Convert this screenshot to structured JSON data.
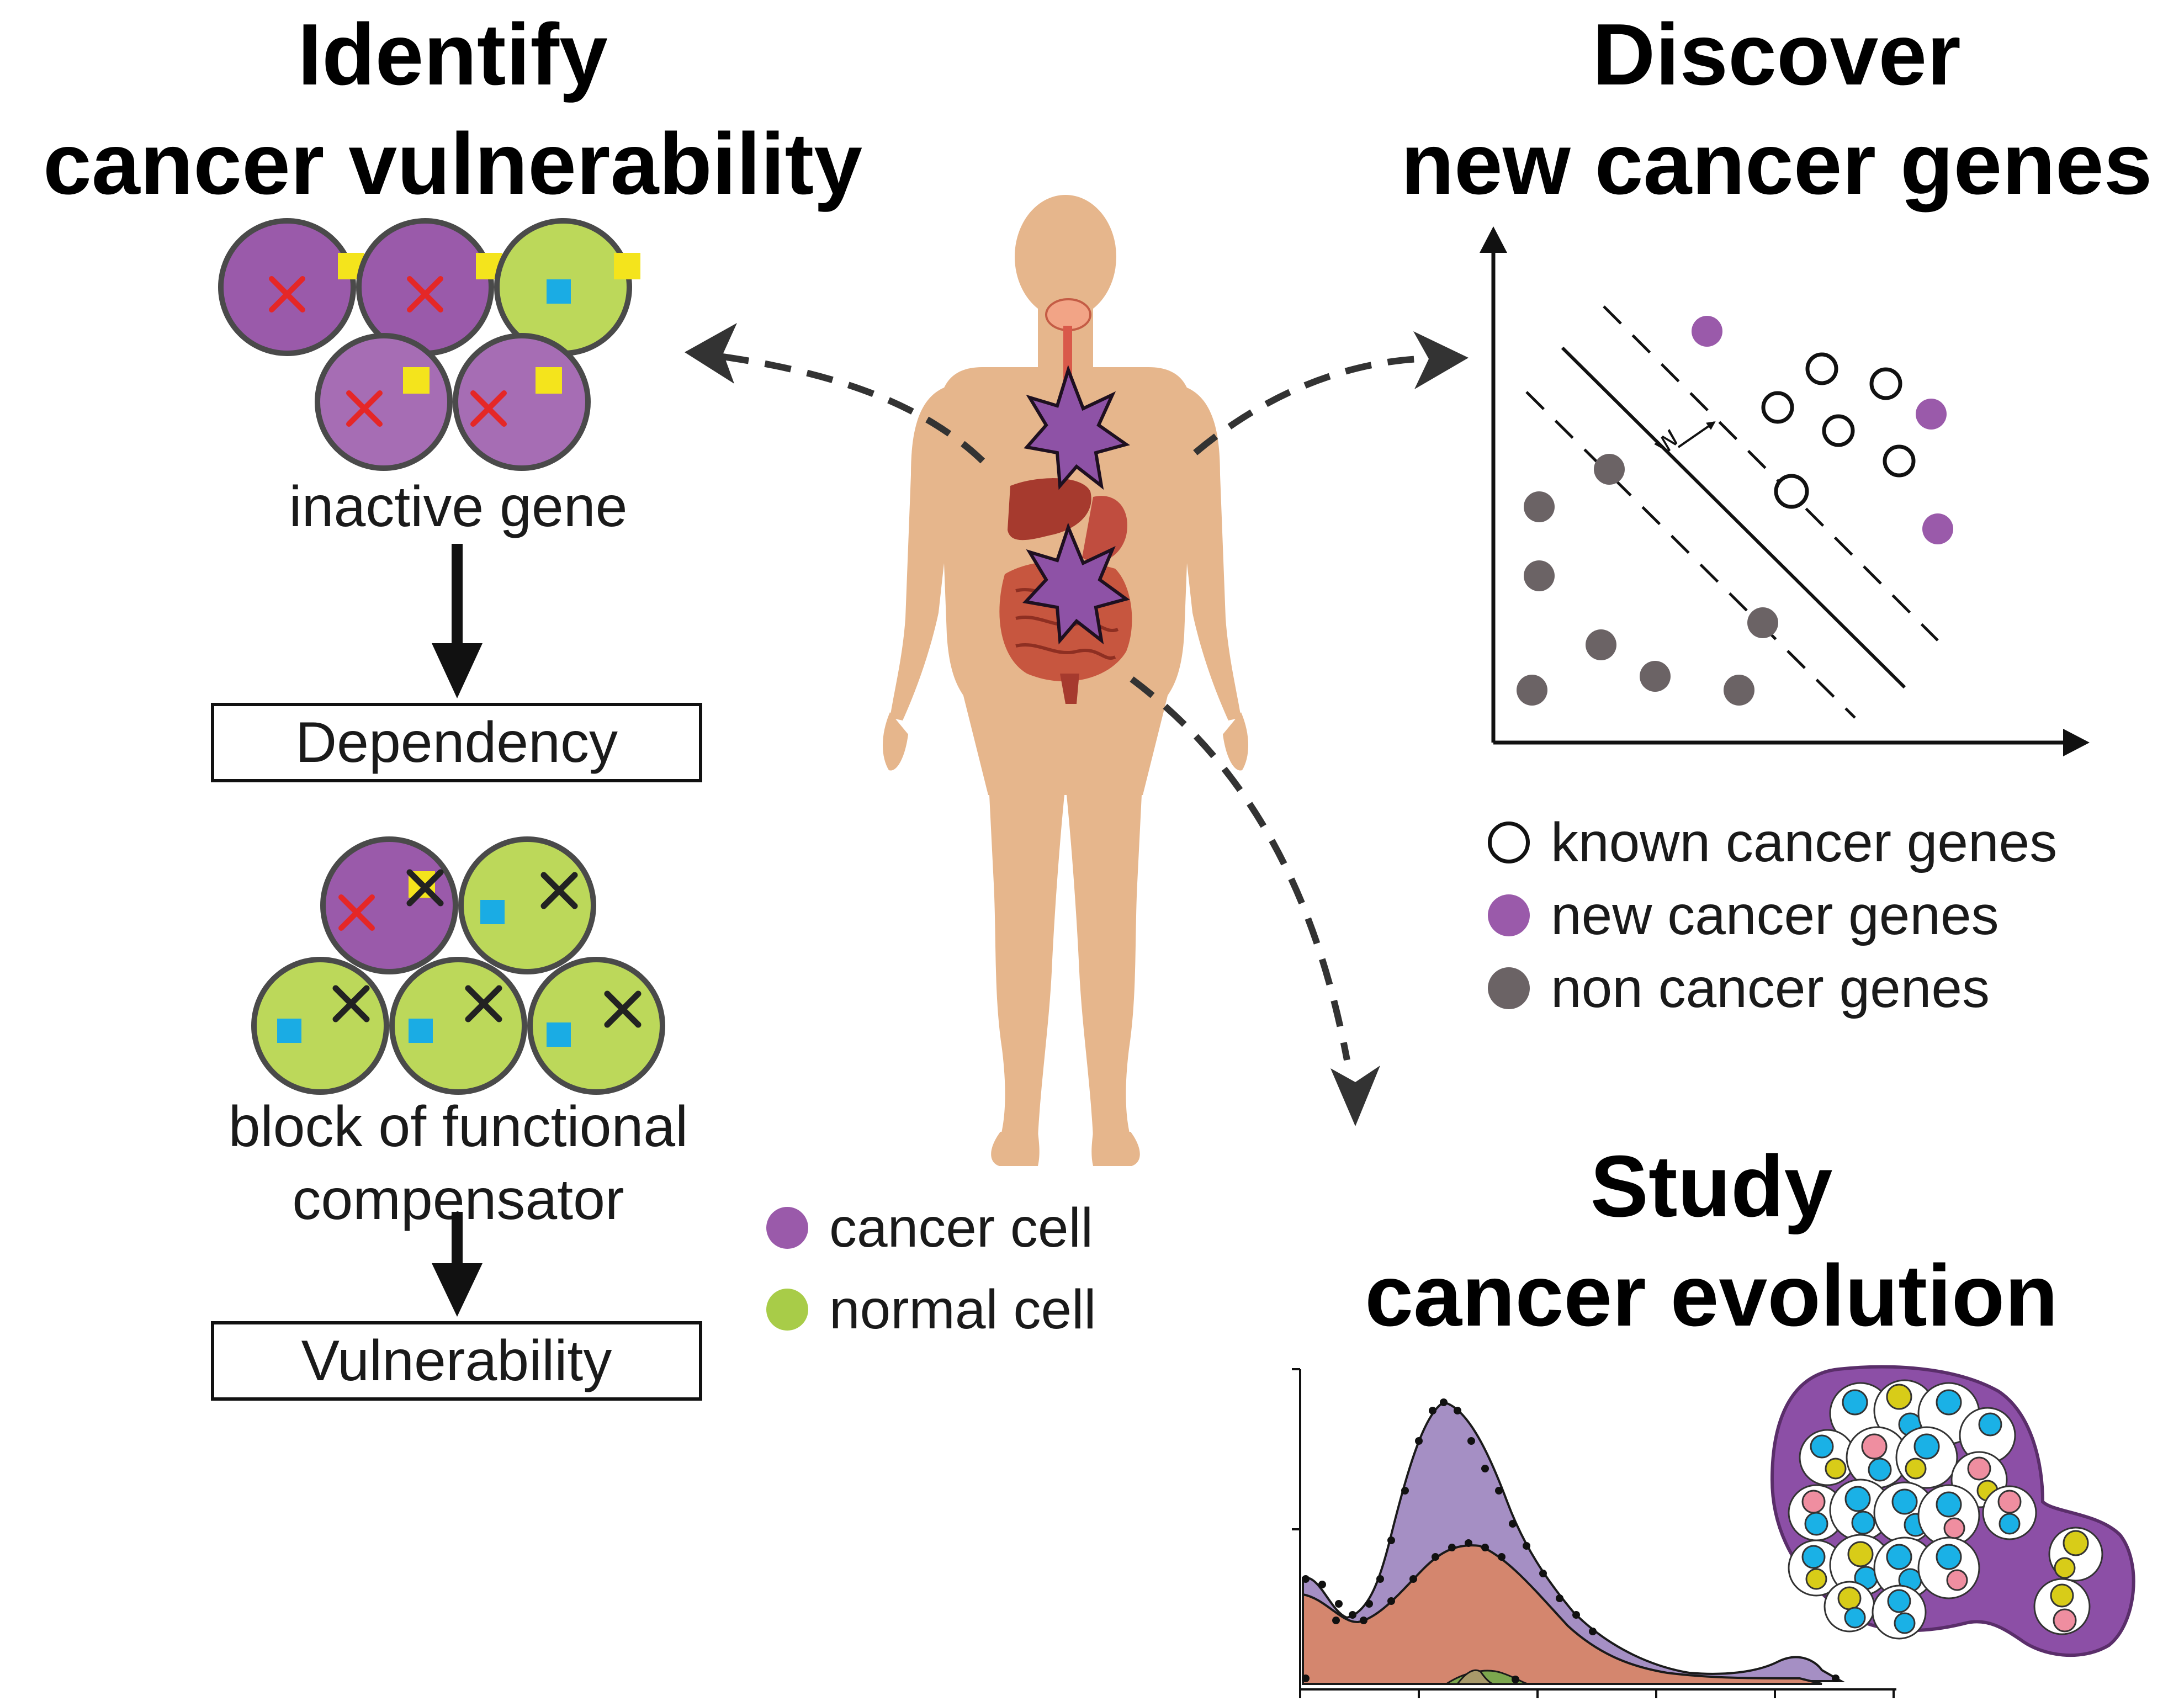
{
  "sections": {
    "identify": {
      "title_line1": "Identify",
      "title_line2": "cancer vulnerability"
    },
    "discover": {
      "title_line1": "Discover",
      "title_line2": "new cancer genes"
    },
    "study": {
      "title_line1": "Study",
      "title_line2": "cancer evolution"
    }
  },
  "left_panel": {
    "caption_inactive": "inactive gene",
    "box_dependency": "Dependency",
    "caption_block_line1": "block of functional",
    "caption_block_line2": "compensator",
    "box_vulnerability": "Vulnerability"
  },
  "center_legend": [
    {
      "label": "cancer cell",
      "color": "#9a5aaa"
    },
    {
      "label": "normal cell",
      "color": "#a8cc48"
    }
  ],
  "svm_plot": {
    "margin_label": "w"
  },
  "gene_legend": [
    {
      "label": "known cancer genes",
      "style": "open"
    },
    {
      "label": "new cancer genes",
      "style": "purple"
    },
    {
      "label": "non cancer genes",
      "style": "gray"
    }
  ],
  "colors": {
    "cancer": "#9a5aaa",
    "normal": "#bcd85a",
    "marker_yellow": "#f4e41c",
    "marker_blue": "#1aace4",
    "cross_red": "#e52727",
    "non_cancer": "#6b6365",
    "body_skin": "#e6b68c",
    "clone_cyan": "#1ab1e6",
    "clone_yellow": "#d8cc18",
    "clone_pink": "#ef8ea0"
  }
}
